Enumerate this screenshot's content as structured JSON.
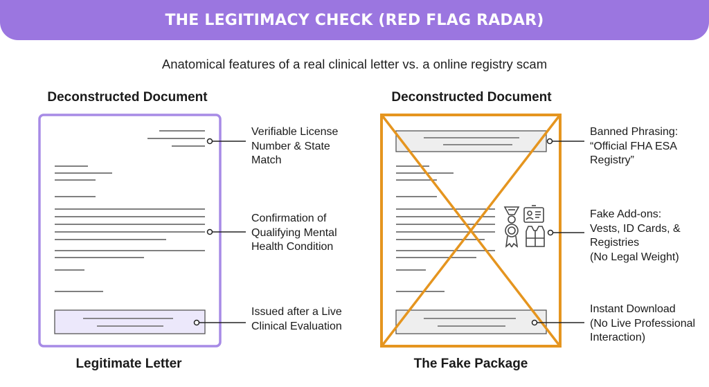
{
  "title": "THE LEGITIMACY CHECK (RED FLAG RADAR)",
  "subtitle": "Anatomical features of a real clinical letter vs.  a online registry scam",
  "left": {
    "heading": "Deconstructed Document",
    "caption": "Legitimate Letter",
    "accent_color": "#9b76e0",
    "callouts": [
      {
        "lines": [
          "Verifiable License",
          "Number & State",
          "Match"
        ]
      },
      {
        "lines": [
          "Confirmation of",
          "Qualifying Mental",
          "Health Condition"
        ]
      },
      {
        "lines": [
          "Issued after a Live",
          "Clinical Evaluation"
        ]
      }
    ]
  },
  "right": {
    "heading": "Deconstructed Document",
    "caption": "The Fake Package",
    "accent_color": "#e5951f",
    "icons": [
      "medal-icon",
      "id-card-icon",
      "badge-ribbon-icon",
      "vest-icon"
    ],
    "callouts": [
      {
        "lines": [
          "Banned Phrasing:",
          "“Official FHA ESA",
          "Registry”"
        ]
      },
      {
        "lines": [
          "Fake Add-ons:",
          "Vests, ID Cards, &",
          "Registries",
          "(No Legal Weight)"
        ]
      },
      {
        "lines": [
          "Instant Download",
          "(No Live Professional",
          "Interaction)"
        ]
      }
    ]
  }
}
